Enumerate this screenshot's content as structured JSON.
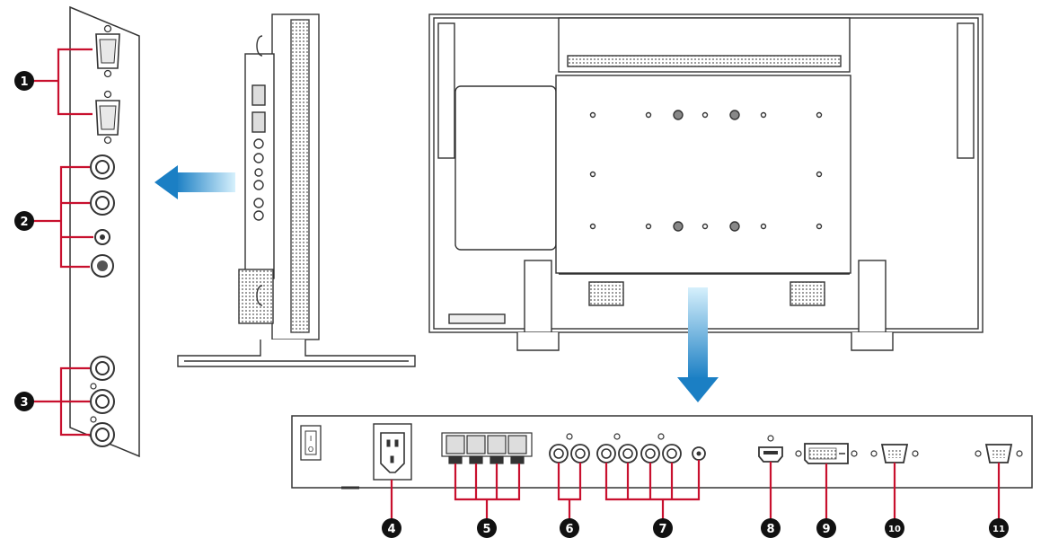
{
  "colors": {
    "callout_fill": "#111111",
    "callout_text": "#ffffff",
    "bracket": "#c8102e",
    "arrow_dark": "#1b7fc4",
    "arrow_light": "#bfe6fa",
    "outline": "#333333",
    "panel_fill": "#ffffff"
  },
  "callouts": {
    "c1": "1",
    "c2": "2",
    "c3": "3",
    "c4": "4",
    "c5": "5",
    "c6": "6",
    "c7": "7",
    "c8": "8",
    "c9": "9",
    "c10": "10",
    "c11": "11"
  },
  "icons": {
    "vga": "vga-port-icon",
    "rca": "rca-jack-icon",
    "svideo": "s-video-port-icon",
    "minijack": "mini-jack-icon",
    "power": "ac-inlet-icon",
    "switch": "power-switch-icon",
    "speaker": "speaker-terminal-icon",
    "hdmi": "hdmi-port-icon",
    "dvi": "dvi-port-icon",
    "arrow": "arrow-icon"
  },
  "switch_labels": {
    "on": "I",
    "off": "O"
  }
}
